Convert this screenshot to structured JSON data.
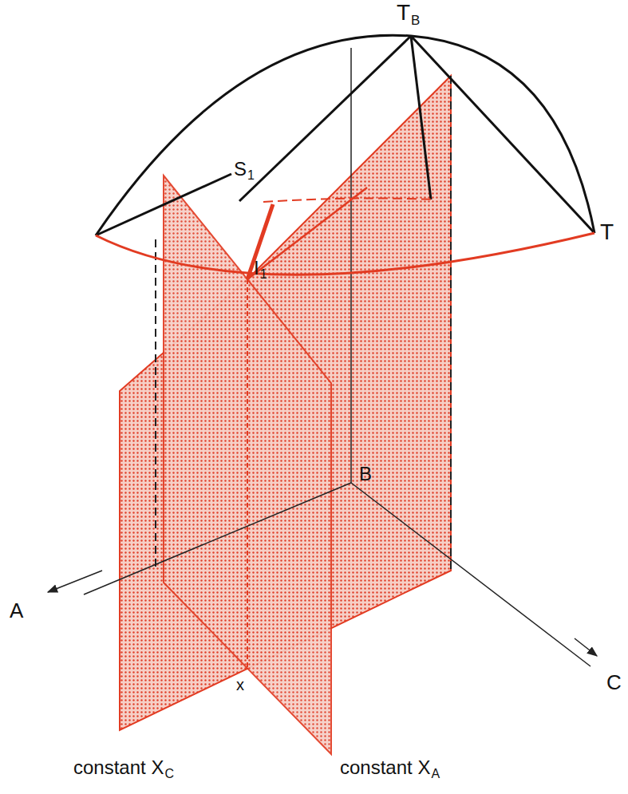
{
  "diagram": {
    "labels": [
      "T",
      "B",
      "S",
      "1",
      "T",
      "I",
      "1",
      "B",
      "A",
      "C",
      "x",
      "constant X",
      "C",
      "constant X",
      "A"
    ]
  }
}
